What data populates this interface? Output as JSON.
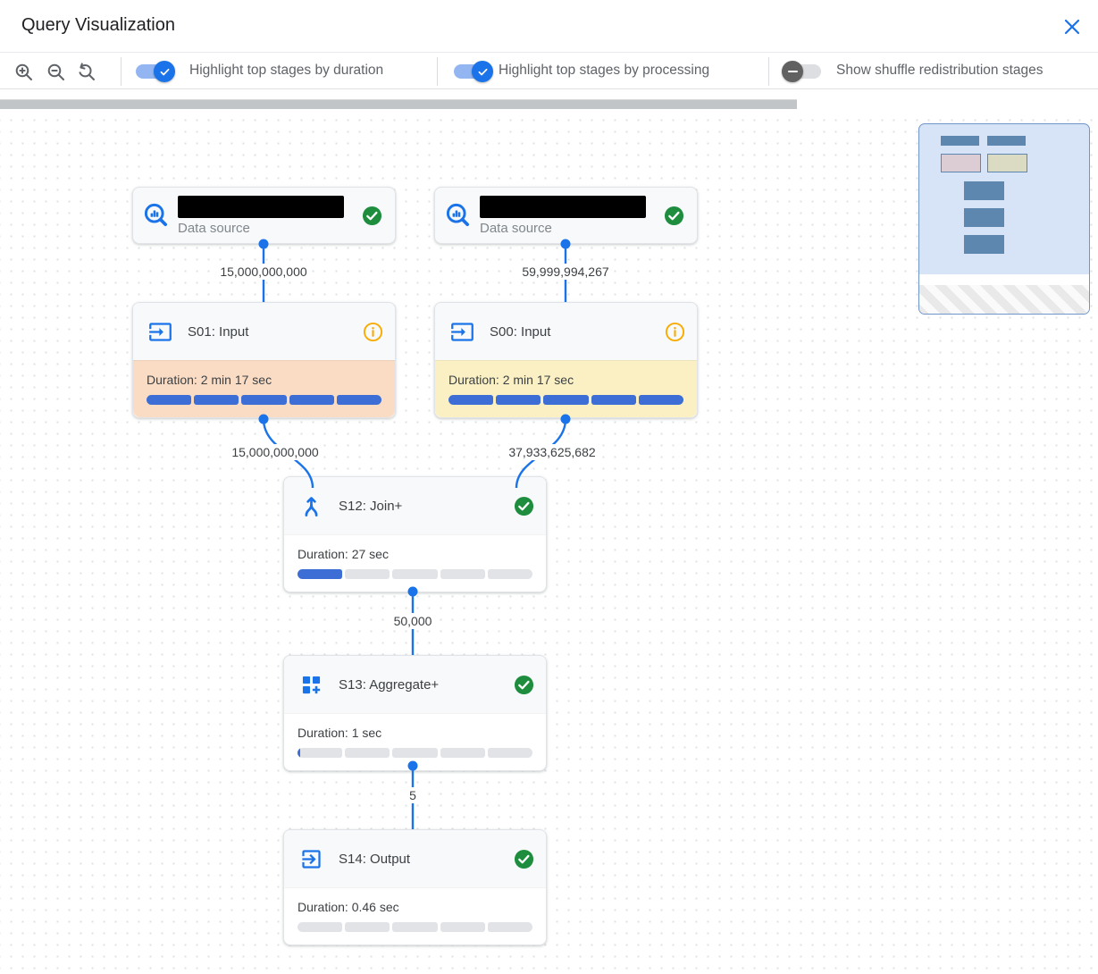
{
  "header": {
    "title": "Query Visualization"
  },
  "toolbar": {
    "zoom_controls": {
      "zoom_in": "magnifier-plus",
      "zoom_out": "magnifier-minus",
      "zoom_reset": "magnifier-undo"
    },
    "toggles": [
      {
        "label": "Highlight top stages by duration",
        "state": "on"
      },
      {
        "label": "Highlight top stages by processing",
        "state": "on"
      },
      {
        "label": "Show shuffle redistribution stages",
        "state": "off"
      }
    ]
  },
  "canvas": {
    "nodes": [
      {
        "kind": "data_source",
        "name_redacted": true,
        "sublabel": "Data source",
        "status": "completed"
      },
      {
        "kind": "data_source",
        "name_redacted": true,
        "sublabel": "Data source",
        "status": "completed"
      },
      {
        "kind": "stage",
        "title": "S01: Input",
        "duration_label": "Duration: 2 min 17 sec",
        "highlight": "top_by_duration",
        "status": "info",
        "progress_segments": [
          100,
          100,
          100,
          100,
          100
        ]
      },
      {
        "kind": "stage",
        "title": "S00: Input",
        "duration_label": "Duration: 2 min 17 sec",
        "highlight": "top_by_processing",
        "status": "info",
        "progress_segments": [
          100,
          100,
          100,
          100,
          100
        ]
      },
      {
        "kind": "stage",
        "title": "S12: Join+",
        "duration_label": "Duration: 27 sec",
        "highlight": "none",
        "status": "completed",
        "progress_segments": [
          100,
          0,
          0,
          0,
          0
        ]
      },
      {
        "kind": "stage",
        "title": "S13: Aggregate+",
        "duration_label": "Duration: 1 sec",
        "highlight": "none",
        "status": "completed",
        "progress_segments": [
          6,
          0,
          0,
          0,
          0
        ]
      },
      {
        "kind": "stage",
        "title": "S14: Output",
        "duration_label": "Duration: 0.46 sec",
        "highlight": "none",
        "status": "completed",
        "progress_segments": [
          0,
          0,
          0,
          0,
          0
        ]
      }
    ],
    "edge_labels": [
      "15,000,000,000",
      "59,999,994,267",
      "15,000,000,000",
      "37,933,625,682",
      "50,000",
      "5"
    ]
  },
  "colors": {
    "accent_blue": "#1a73e8",
    "progress_blue": "#3c6ed6",
    "success_green": "#1e8e3e",
    "info_orange": "#f9ab00",
    "duration_highlight": "#fadcc5",
    "processing_highlight": "#faf0c4",
    "minimap_node": "#5d87ae"
  }
}
